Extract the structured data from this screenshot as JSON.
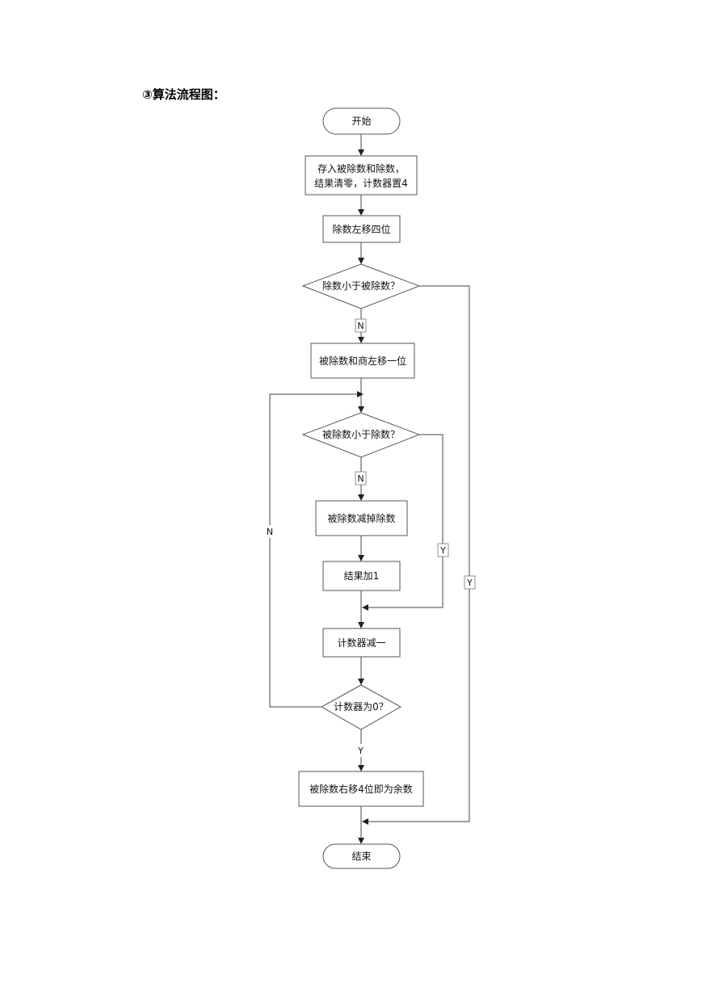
{
  "heading": "③算法流程图：",
  "nodes": {
    "start": "开始",
    "init_line1": "存入被除数和除数，",
    "init_line2": "结果清零，计数器置4",
    "shift_divisor": "除数左移四位",
    "check_divisor_less": "除数小于被除数？",
    "shift_dividend_quotient": "被除数和商左移一位",
    "check_dividend_less": "被除数小于除数？",
    "subtract": "被除数减掉除数",
    "result_inc": "结果加1",
    "counter_dec": "计数器减一",
    "check_counter_zero": "计数器为0？",
    "remainder": "被除数右移4位即为余数",
    "end": "结束"
  },
  "edge_labels": {
    "n1": "N",
    "n2": "N",
    "y_inner": "Y",
    "loop_n": "N",
    "y_outer": "Y",
    "y_counter": "Y"
  }
}
